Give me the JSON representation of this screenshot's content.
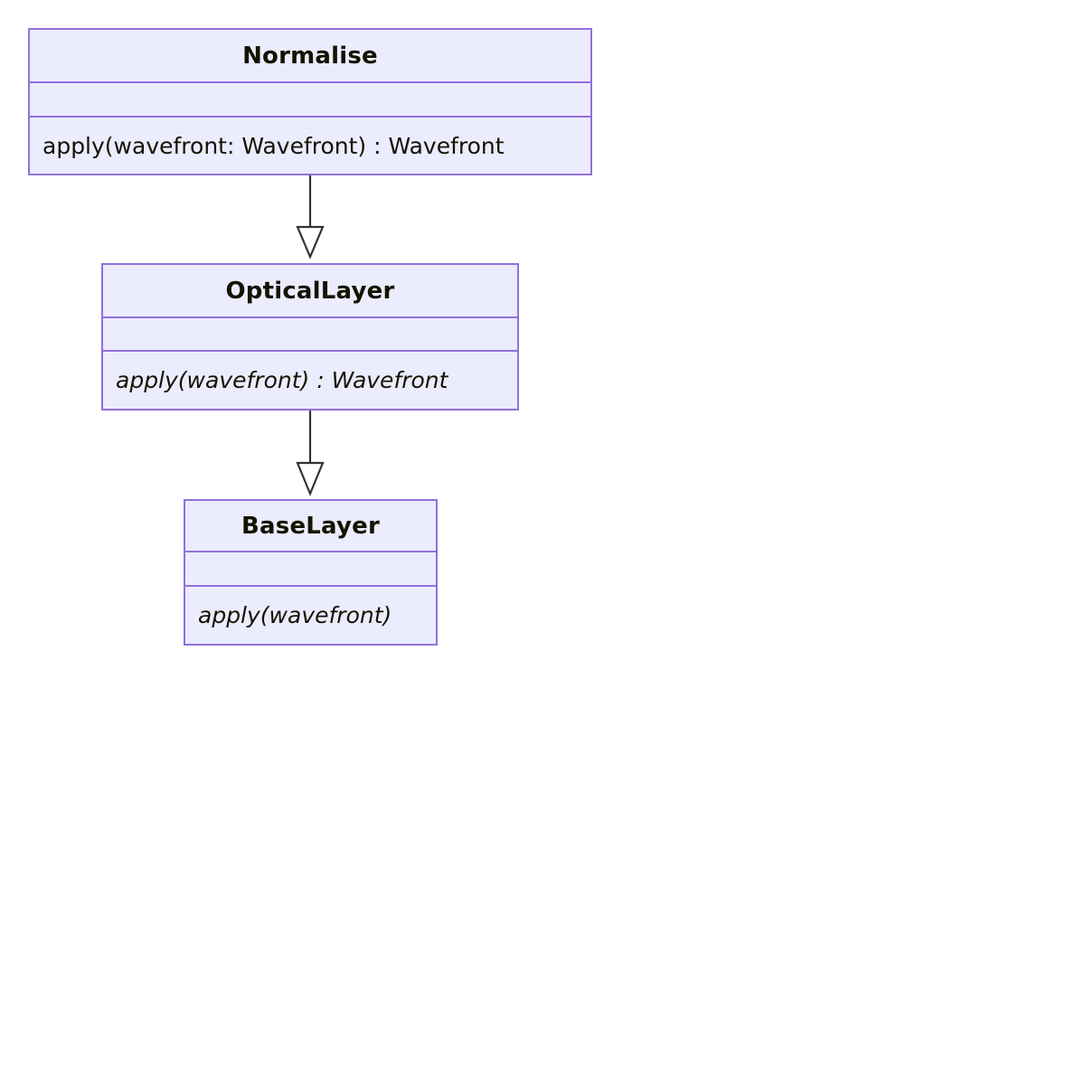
{
  "diagram": {
    "type": "uml-class-diagram",
    "background_color": "#ffffff",
    "node_fill_color": "#ececff",
    "node_border_color": "#9370db",
    "edge_color": "#333333",
    "text_color": "#131300",
    "classes": [
      {
        "id": "normalise",
        "name": "Normalise",
        "abstract": false,
        "attributes": [],
        "methods": [
          "apply(wavefront: Wavefront) : Wavefront"
        ]
      },
      {
        "id": "opticallayer",
        "name": "OpticalLayer",
        "abstract": true,
        "attributes": [],
        "methods": [
          "apply(wavefront) : Wavefront"
        ]
      },
      {
        "id": "baselayer",
        "name": "BaseLayer",
        "abstract": true,
        "attributes": [],
        "methods": [
          "apply(wavefront)"
        ]
      }
    ],
    "relationships": [
      {
        "id": "normalise-to-opticallayer",
        "kind": "inheritance",
        "arrow": "hollow-triangle",
        "from": "Normalise",
        "to": "OpticalLayer"
      },
      {
        "id": "opticallayer-to-baselayer",
        "kind": "inheritance",
        "arrow": "hollow-triangle",
        "from": "OpticalLayer",
        "to": "BaseLayer"
      }
    ]
  }
}
